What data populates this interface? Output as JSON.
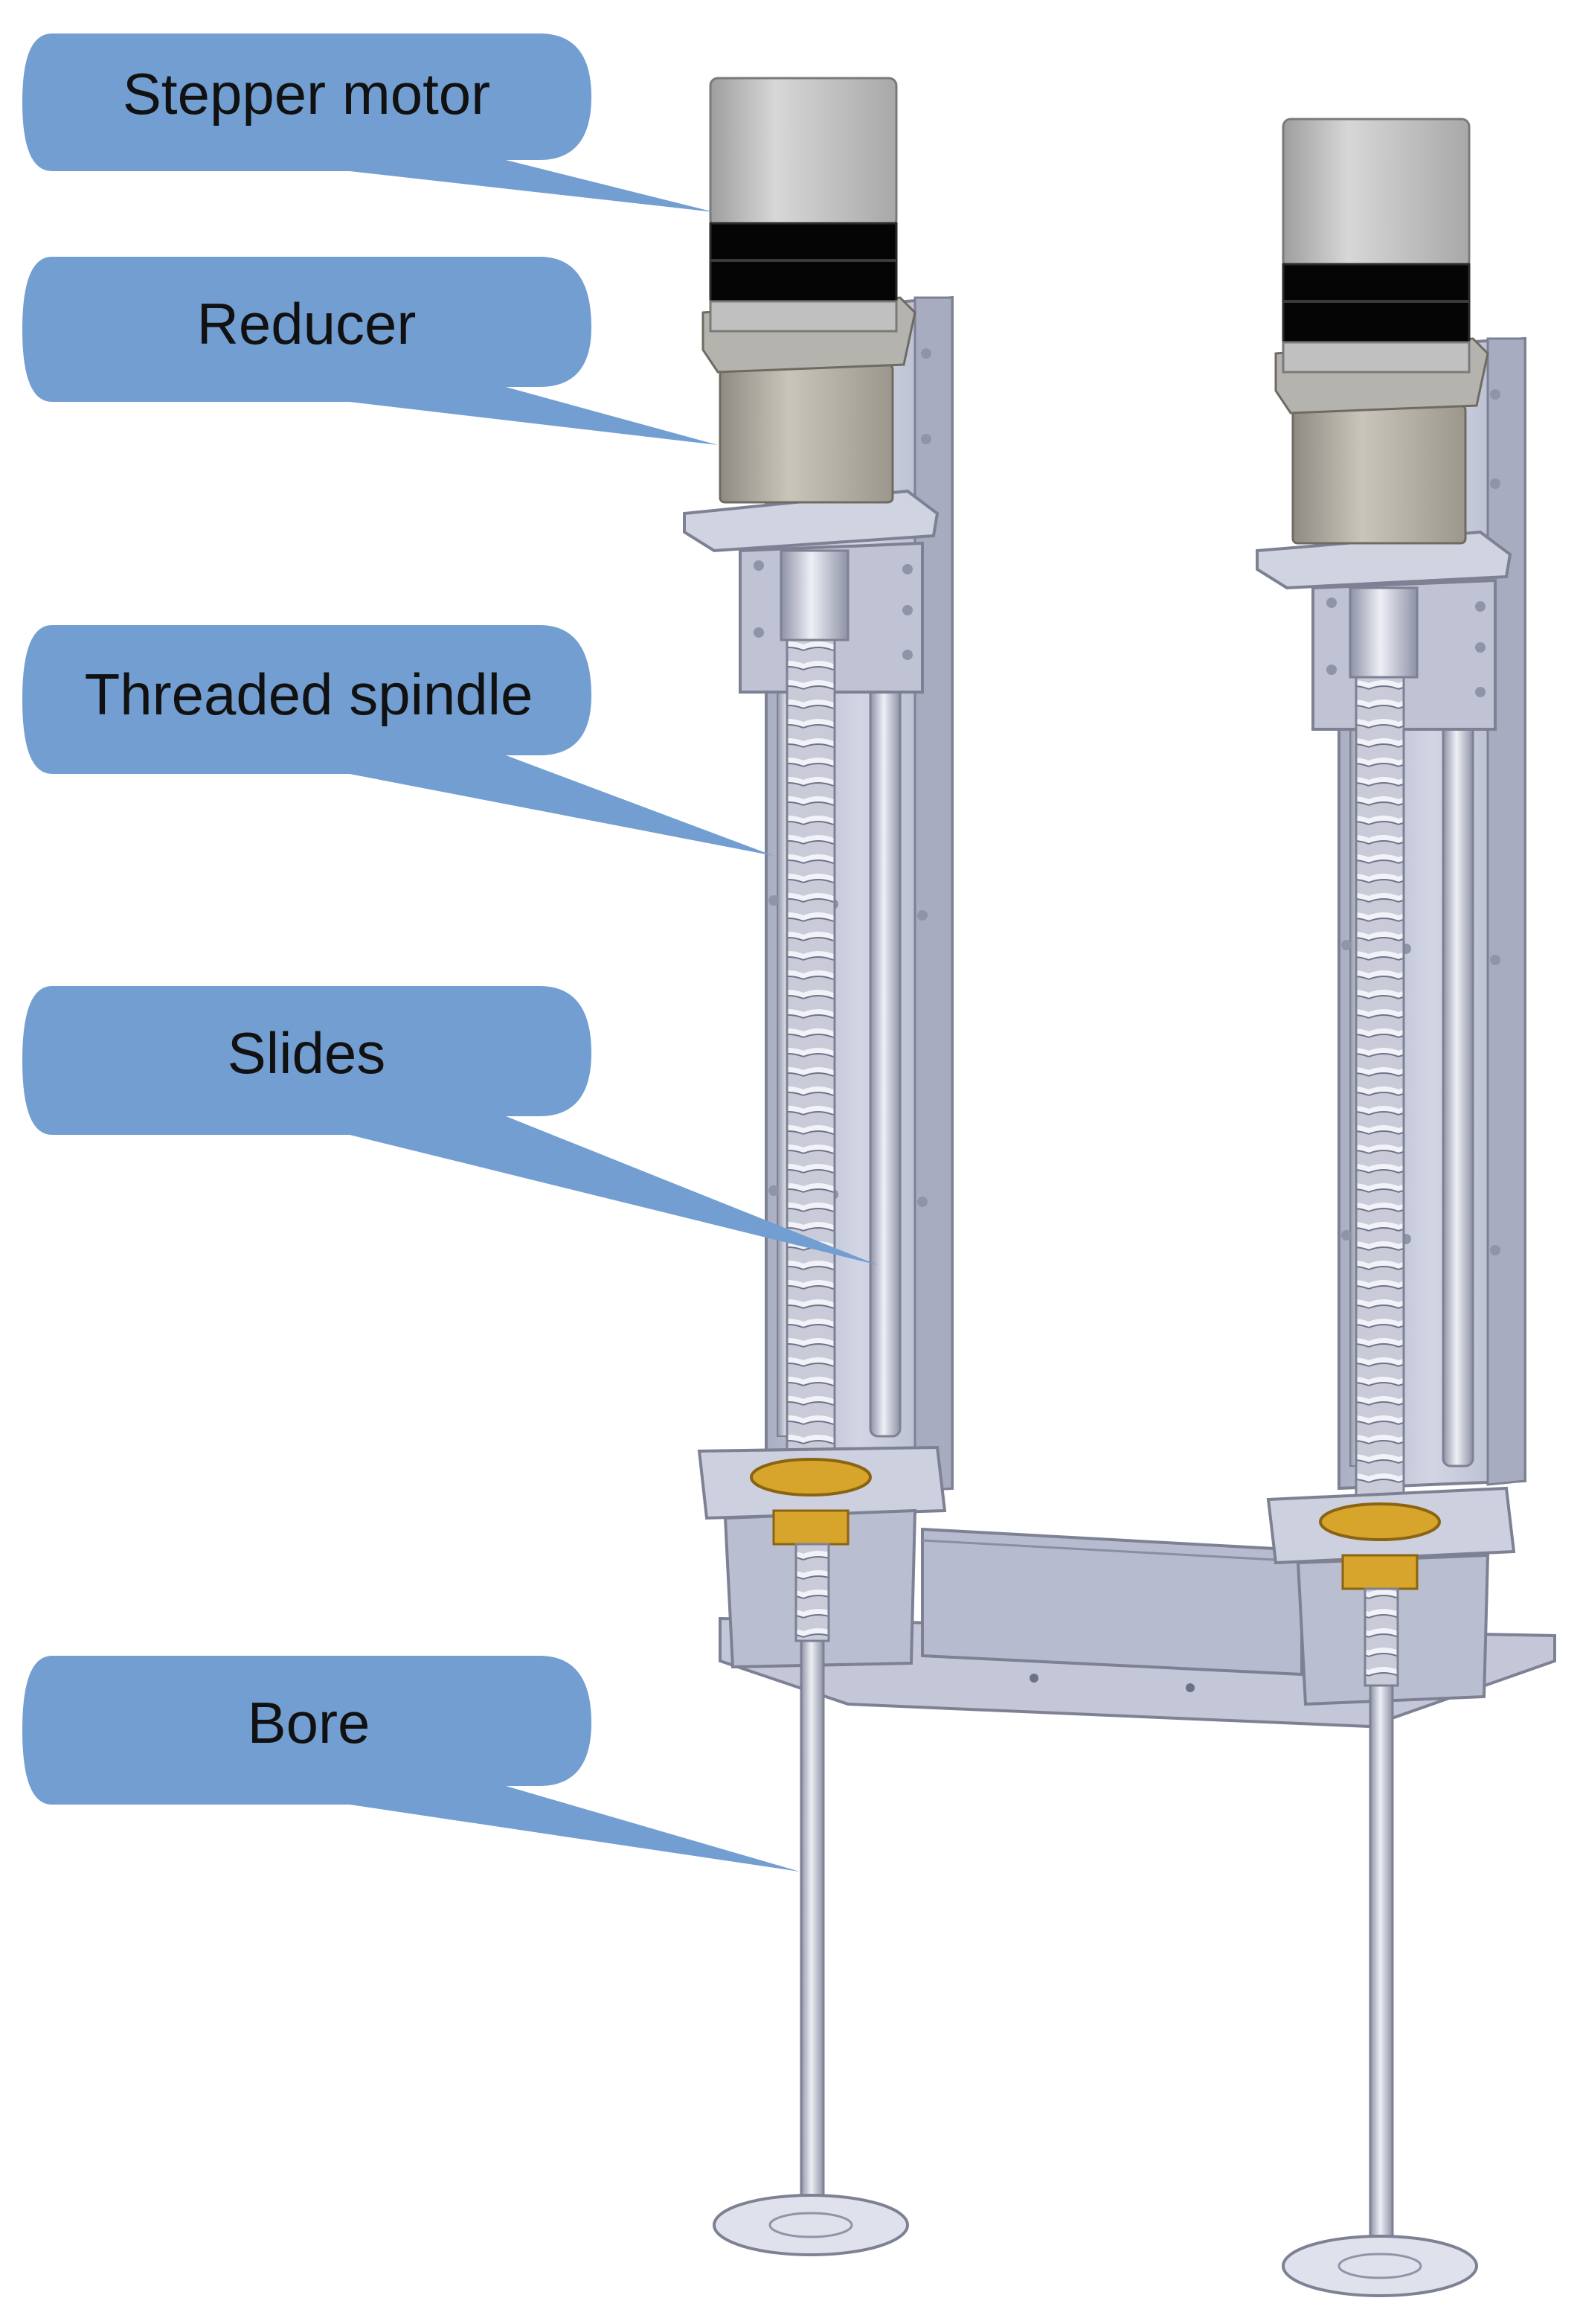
{
  "callouts": [
    {
      "label": "Stepper motor"
    },
    {
      "label": "Reducer"
    },
    {
      "label": "Threaded spindle"
    },
    {
      "label": "Slides"
    },
    {
      "label": "Bore"
    }
  ],
  "colors": {
    "callout_fill": "#729ed1",
    "frame": "#c5c9db",
    "frame_edge": "#7d8193",
    "motor_body": "#c8c8c8",
    "motor_band": "#050505",
    "reducer": "#b4b0a6",
    "rod": "#d8dbe6",
    "nut": "#d8a52c"
  }
}
